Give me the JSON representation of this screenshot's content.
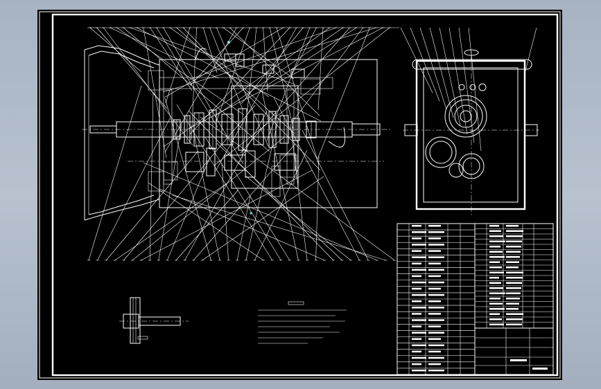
{
  "drawing": {
    "background": "#000000",
    "line_color": "#ffffff",
    "accent_color": "#41d6e8"
  },
  "main_view": {
    "callouts_top_count": 46,
    "callouts_bottom_count": 36
  },
  "side_view": {
    "callouts_top_count": 8
  },
  "detail_view": {},
  "notes": {},
  "bom": {
    "left_rows": 24,
    "right_rows": 20
  }
}
